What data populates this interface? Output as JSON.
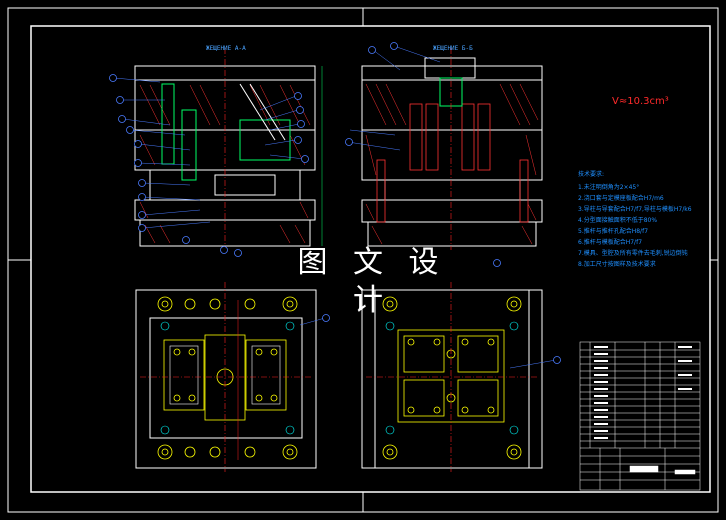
{
  "overlay_title": "图 文 设 计",
  "views": {
    "left_section_label": "ЖЕЩЕНИЕ А-А",
    "right_section_label": "ЖЕЩЕНИЕ Б-Б"
  },
  "part_volume": "V≈10.3cm³",
  "technical_requirements": {
    "heading": "技术要求:",
    "items": [
      "1.未注明倒角为2×45°",
      "2.浇口套与定模座板配合H7/m6",
      "3.导柱与导套配合H7/f7,导柱与模板H7/k6",
      "4.分型面接触面积不低于80%",
      "5.推杆与推杆孔配合H8/f7",
      "6.推杆与模板配合H7/f7",
      "7.模具、型腔及所有零件去毛刺,锐边倒钝",
      "8.加工尺寸按图样及技术要求"
    ]
  },
  "colors": {
    "frame": "#ffffff",
    "outline": "#ffffff",
    "hatch": "#ff3333",
    "centerline": "#ff2020",
    "yellow_parts": "#ffff00",
    "cyan_parts": "#00ffff",
    "green_lines": "#00ff66",
    "balloons": "#4a7bff",
    "text_blue": "#1e8fff"
  }
}
